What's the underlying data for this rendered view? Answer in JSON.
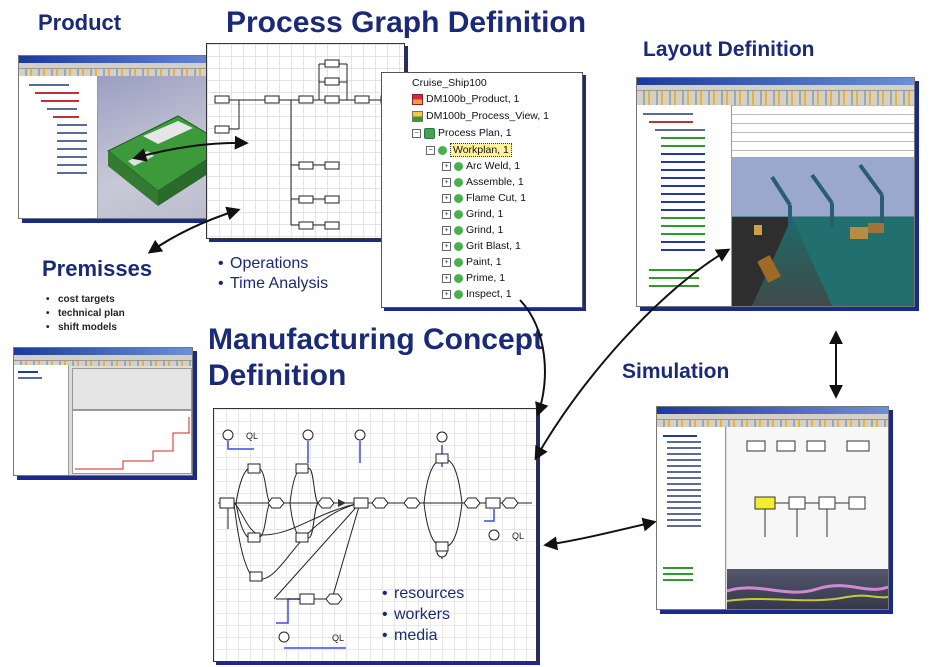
{
  "headings": {
    "product": "Product",
    "process_graph": "Process Graph Definition",
    "layout": "Layout Definition",
    "premisses": "Premisses",
    "manufacturing_concept": "Manufacturing Concept Definition",
    "simulation": "Simulation"
  },
  "premisses_items": [
    "cost targets",
    "technical plan",
    "shift models"
  ],
  "process_graph_items": [
    "Operations",
    "Time Analysis"
  ],
  "mcd_items": [
    "resources",
    "workers",
    "media"
  ],
  "process_tree": {
    "root": "Cruise_Ship100",
    "product": "DM100b_Product, 1",
    "process_view": "DM100b_Process_View, 1",
    "process_plan": "Process Plan, 1",
    "workplan": "Workplan, 1",
    "operations": [
      "Arc Weld, 1",
      "Assemble, 1",
      "Flame Cut, 1",
      "Grind, 1",
      "Grind, 1",
      "Grit Blast, 1",
      "Paint, 1",
      "Prime, 1",
      "Inspect, 1"
    ]
  },
  "mcd_labels": {
    "ql_1": "QL",
    "ql_2": "QL",
    "ql_3": "QL"
  },
  "colors": {
    "heading": "#1a2a78",
    "shadow": "#1a2a8c",
    "highlight": "#fff39a"
  }
}
